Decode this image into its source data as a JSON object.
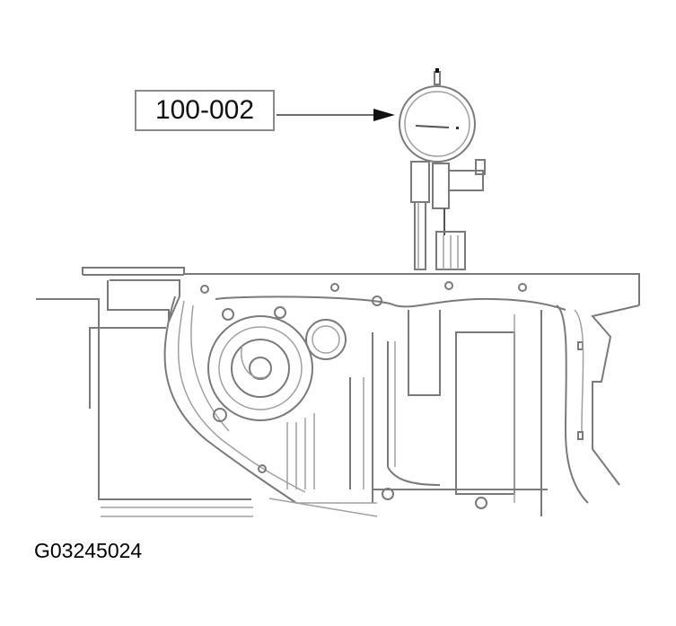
{
  "diagram": {
    "callout": {
      "label": "100-002",
      "points_to": "dial-indicator-gauge"
    },
    "figure_id": "G03245024",
    "subject": "Dial indicator mounted on transmission case housing",
    "colors": {
      "line": "#7a7a7a",
      "text": "#111111",
      "background": "#ffffff"
    }
  }
}
